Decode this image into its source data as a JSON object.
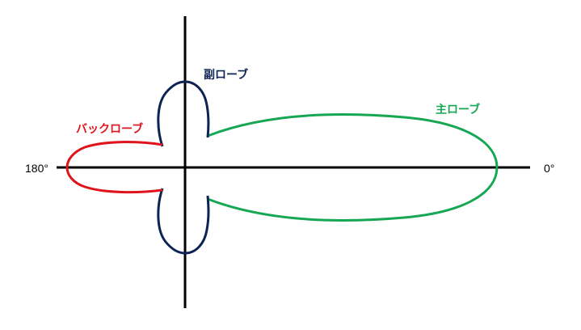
{
  "diagram": {
    "title": "",
    "labels": {
      "main_lobe": "主ローブ",
      "side_lobe": "副ローブ",
      "back_lobe": "バックローブ"
    },
    "angles": {
      "left": "180°",
      "right": "0°"
    },
    "colors": {
      "axis": "#000000",
      "main_lobe": "#16a753",
      "side_lobe": "#0d2353",
      "back_lobe": "#e0141c"
    }
  }
}
